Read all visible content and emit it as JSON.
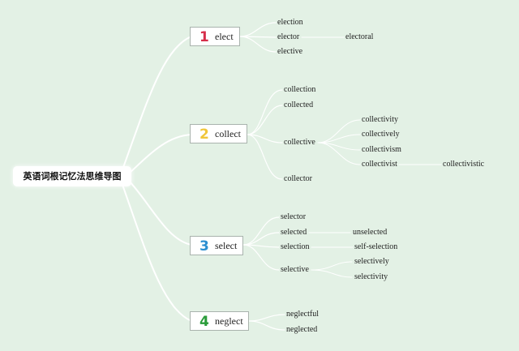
{
  "root": {
    "label": "英语词根记忆法思维导图"
  },
  "branches": [
    {
      "number": "1",
      "label": "elect",
      "color": "#d62e4a",
      "children": [
        {
          "label": "election"
        },
        {
          "label": "elector",
          "children": [
            {
              "label": "electoral"
            }
          ]
        },
        {
          "label": "elective"
        }
      ]
    },
    {
      "number": "2",
      "label": "collect",
      "color": "#f0c63a",
      "children": [
        {
          "label": "collection"
        },
        {
          "label": "collected"
        },
        {
          "label": "collective",
          "children": [
            {
              "label": "collectivity"
            },
            {
              "label": "collectively"
            },
            {
              "label": "collectivism"
            },
            {
              "label": "collectivist",
              "children": [
                {
                  "label": "collectivistic"
                }
              ]
            }
          ]
        },
        {
          "label": "collector"
        }
      ]
    },
    {
      "number": "3",
      "label": "select",
      "color": "#2d8fd0",
      "children": [
        {
          "label": "selector"
        },
        {
          "label": "selected",
          "children": [
            {
              "label": "unselected"
            }
          ]
        },
        {
          "label": "selection",
          "children": [
            {
              "label": "self-selection"
            }
          ]
        },
        {
          "label": "selective",
          "children": [
            {
              "label": "selectively"
            },
            {
              "label": "selectivity"
            }
          ]
        }
      ]
    },
    {
      "number": "4",
      "label": "neglect",
      "color": "#2a9c3a",
      "children": [
        {
          "label": "neglectful"
        },
        {
          "label": "neglected"
        }
      ]
    }
  ],
  "colors": {
    "background": "#e3f1e5",
    "line": "#ffffff"
  }
}
